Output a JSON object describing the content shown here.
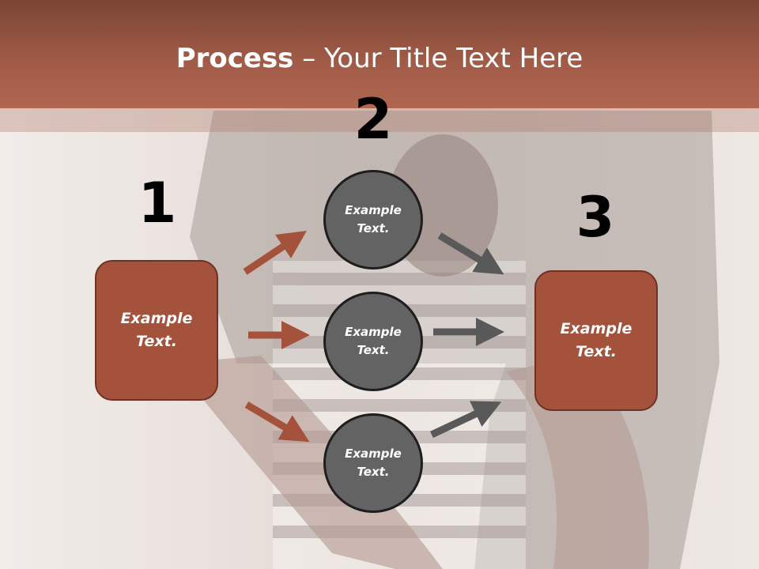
{
  "slide": {
    "title_bold": "Process",
    "title_rest": " – Your Title Text Here"
  },
  "steps": [
    {
      "number": "1",
      "text": "Example Text."
    },
    {
      "number": "2",
      "text": "Example Text."
    },
    {
      "number": "3",
      "text": "Example Text."
    }
  ],
  "middle_nodes": [
    {
      "text": "Example Text."
    },
    {
      "text": "Example Text."
    },
    {
      "text": "Example Text."
    }
  ],
  "colors": {
    "title_bar": "#a05a46",
    "box_fill": "#a4523b",
    "circle_fill": "#636363",
    "arrow_in": "#a4523b",
    "arrow_out": "#595959"
  }
}
